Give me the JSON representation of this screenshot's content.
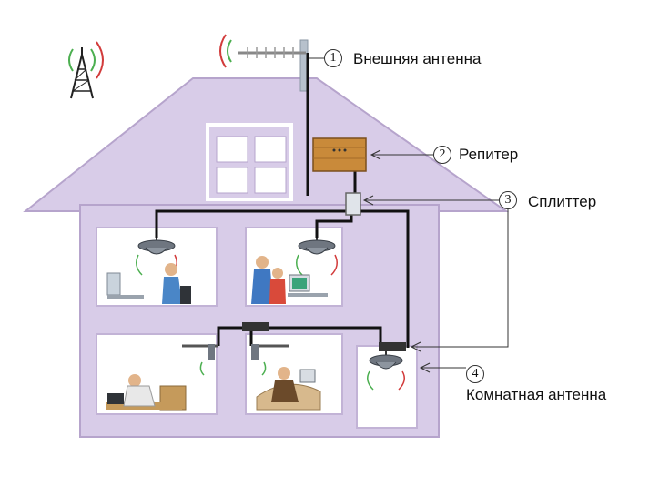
{
  "callouts": [
    {
      "number": "1",
      "label": "Внешняя антенна"
    },
    {
      "number": "2",
      "label": "Репитер"
    },
    {
      "number": "3",
      "label": "Сплиттер"
    },
    {
      "number": "4",
      "label": "Комнатная антенна"
    }
  ],
  "colors": {
    "house_fill": "#d8cce8",
    "house_stroke": "#b6a4cc",
    "room_fill": "#ffffff",
    "cable": "#111111",
    "repeater_wood": "#c98a3a",
    "signal_green": "#4caf50",
    "signal_red": "#d23b3b"
  },
  "icons": [
    "cell-tower-icon",
    "yagi-antenna-icon",
    "repeater-box-icon",
    "splitter-icon",
    "ceiling-antenna-icon",
    "wall-antenna-icon"
  ]
}
